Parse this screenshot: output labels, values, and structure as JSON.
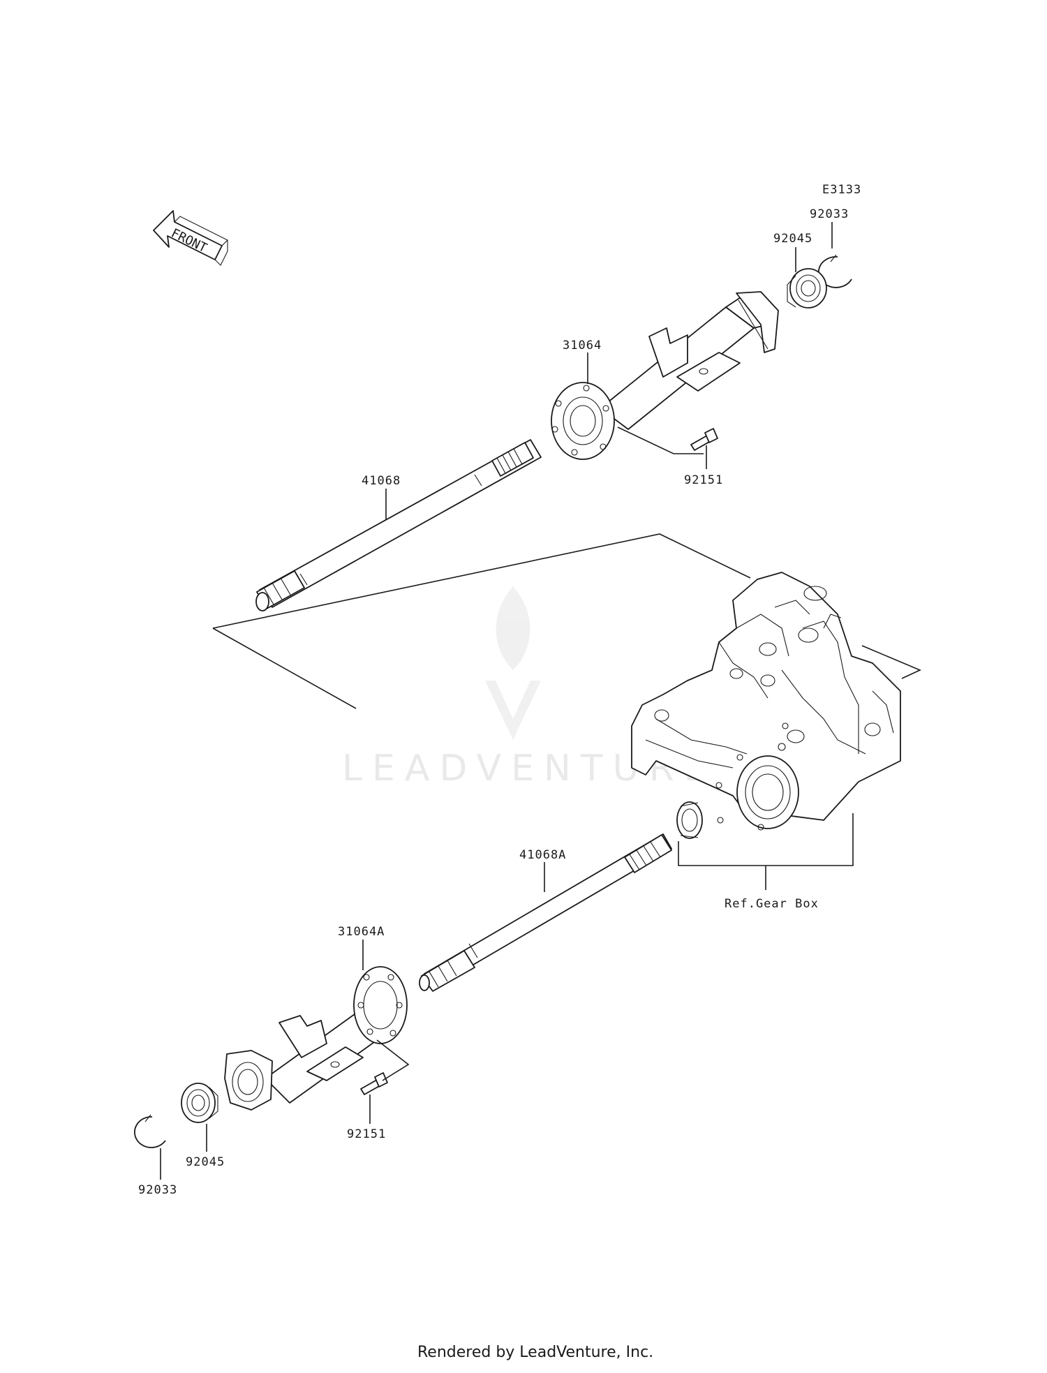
{
  "diagram": {
    "code": "E3133",
    "front_label": "FRONT",
    "watermark": "LEADVENTURE",
    "footer": "Rendered by LeadVenture, Inc.",
    "parts": {
      "circlip_upper": "92033",
      "bearing_upper": "92045",
      "housing_upper": "31064",
      "bolt_upper": "92151",
      "shaft_upper": "41068",
      "shaft_lower": "41068A",
      "housing_lower": "31064A",
      "bolt_lower": "92151",
      "bearing_lower": "92045",
      "circlip_lower": "92033",
      "gearbox_ref": "Ref.Gear Box"
    }
  }
}
